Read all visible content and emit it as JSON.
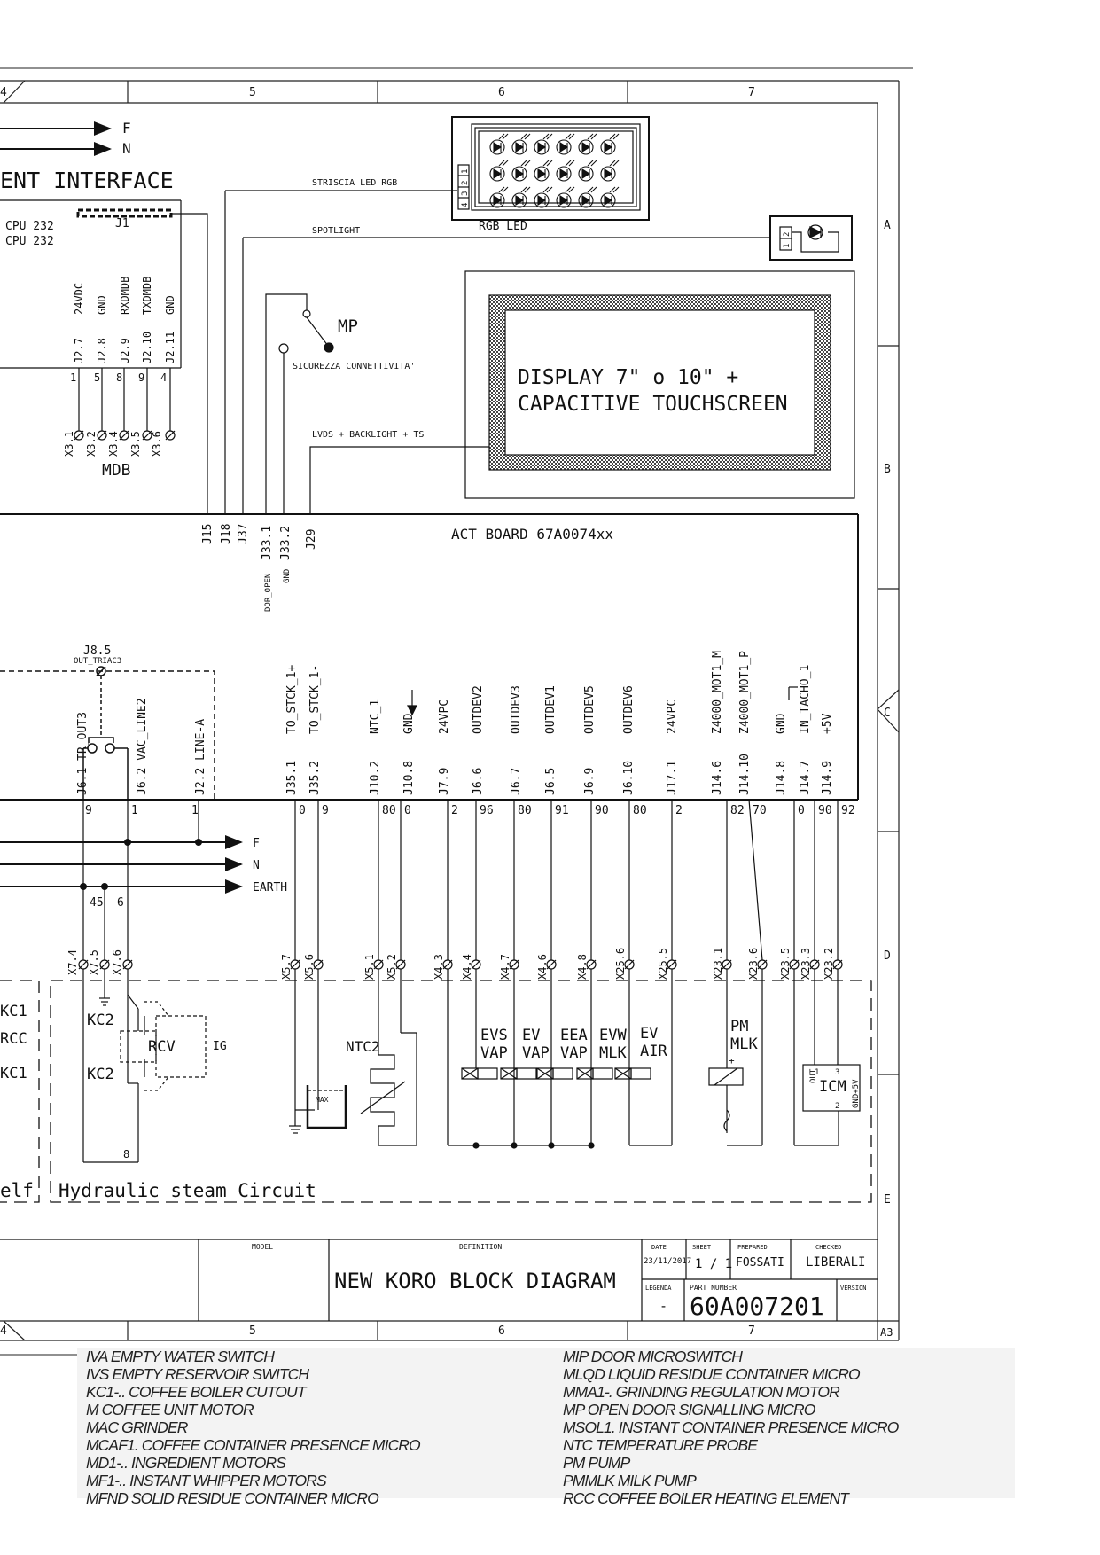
{
  "frame": {
    "columns": [
      "4",
      "5",
      "6",
      "7"
    ],
    "rows": [
      "A",
      "B",
      "C",
      "D",
      "E"
    ],
    "sheet_size": "A3"
  },
  "top": {
    "power_f": "F",
    "power_n": "N",
    "interface_title": "ENT INTERFACE",
    "cpu_lines": [
      "CPU 232",
      "CPU 232"
    ],
    "j1": "J1",
    "interface_pins": [
      {
        "signal": "24VDC",
        "pin": "J2.7",
        "wire": "1",
        "term": "X3.1"
      },
      {
        "signal": "GND",
        "pin": "J2.8",
        "wire": "5",
        "term": "X3.2"
      },
      {
        "signal": "RXDMDB",
        "pin": "J2.9",
        "wire": "8",
        "term": "X3.4"
      },
      {
        "signal": "TXDMDB",
        "pin": "J2.10",
        "wire": "9",
        "term": "X3.5"
      },
      {
        "signal": "GND",
        "pin": "J2.11",
        "wire": "4",
        "term": "X3.6"
      }
    ],
    "mdb": "MDB",
    "led_strip_label": "STRISCIA LED RGB",
    "rgb_led_label": "RGB LED",
    "rgb_connector_pins": [
      "4",
      "3",
      "2",
      "1"
    ],
    "spotlight_label": "SPOTLIGHT",
    "spotlight_pins": [
      "1",
      "2"
    ],
    "mp_label": "MP",
    "safety_label": "SICUREZZA CONNETTIVITA'",
    "lvds_label": "LVDS + BACKLIGHT + TS",
    "display_line1": "DISPLAY 7\" o 10\" +",
    "display_line2": "CAPACITIVE TOUCHSCREEN",
    "board_connectors": [
      "J15",
      "J18",
      "J37",
      "J33.1",
      "J33.2",
      "J29"
    ],
    "door_open": "DOR_OPEN",
    "gnd_small": "GND",
    "act_board": "ACT BOARD 67A0074xx"
  },
  "mid": {
    "j85": "J8.5",
    "out_triac": "OUT_TRIAC3",
    "left_pins": [
      {
        "pin": "J6.1",
        "signal": "TR_OUT3",
        "wire": "9"
      },
      {
        "pin": "J6.2",
        "signal": "VAC_LINE2",
        "wire": "1"
      },
      {
        "pin": "J2.2",
        "signal": "LINE-A",
        "wire": "1"
      }
    ],
    "pins": [
      {
        "pin": "J35.1",
        "signal": "TO_STCK_1+",
        "wire": "0"
      },
      {
        "pin": "J35.2",
        "signal": "TO_STCK_1-",
        "wire": "9"
      },
      {
        "pin": "J10.2",
        "signal": "NTC_1",
        "wire": "80"
      },
      {
        "pin": "J10.8",
        "signal": "GND",
        "wire": "0"
      },
      {
        "pin": "J7.9",
        "signal": "24VPC",
        "wire": "2"
      },
      {
        "pin": "J6.6",
        "signal": "OUTDEV2",
        "wire": "96"
      },
      {
        "pin": "J6.7",
        "signal": "OUTDEV3",
        "wire": "80"
      },
      {
        "pin": "J6.5",
        "signal": "OUTDEV1",
        "wire": "91"
      },
      {
        "pin": "J6.9",
        "signal": "OUTDEV5",
        "wire": "90"
      },
      {
        "pin": "J6.10",
        "signal": "OUTDEV6",
        "wire": "80"
      },
      {
        "pin": "J17.1",
        "signal": "24VPC",
        "wire": "2"
      },
      {
        "pin": "J14.6",
        "signal": "Z4000_MOT1_M",
        "wire": "82"
      },
      {
        "pin": "J14.10",
        "signal": "Z4000_MOT1_P",
        "wire": "70"
      },
      {
        "pin": "J14.8",
        "signal": "GND",
        "wire": "0"
      },
      {
        "pin": "J14.7",
        "signal": "IN_TACHO_1",
        "wire": "90"
      },
      {
        "pin": "J14.9",
        "signal": "+5V",
        "wire": "92"
      }
    ],
    "bus": [
      "F",
      "N",
      "EARTH"
    ],
    "wire45": "45",
    "wire6": "6",
    "terminals_left": [
      "X7.4",
      "X7.5",
      "X7.6"
    ],
    "terminals": [
      "X5.7",
      "X5.6",
      "X5.1",
      "X5.2",
      "X4.3",
      "X4.4",
      "X4.7",
      "X4.6",
      "X4.8",
      "X25.6",
      "X25.5",
      "X23.1",
      "X23.6",
      "X23.5",
      "X23.3",
      "X23.2"
    ]
  },
  "bottom": {
    "kc1a": "KC1",
    "rcc": "RCC",
    "kc1b": "KC1",
    "kc2a": "KC2",
    "kc2b": "KC2",
    "rcv": "RCV",
    "ig": "IG",
    "wire8": "8",
    "ntc2": "NTC2",
    "max": "MAX",
    "valves": [
      {
        "l1": "EVS",
        "l2": "VAP"
      },
      {
        "l1": "EV",
        "l2": "VAP"
      },
      {
        "l1": "EEA",
        "l2": "VAP"
      },
      {
        "l1": "EVW",
        "l2": "MLK"
      },
      {
        "l1": "EV",
        "l2": "AIR"
      }
    ],
    "pm1": "PM",
    "pm2": "MLK",
    "plus": "+",
    "icm": "ICM",
    "icm_pins": {
      "out": "OUT",
      "p1": "1",
      "p3": "3",
      "p2": "2",
      "gnd": "GND+5V"
    },
    "self_label": "elf",
    "hydraulic": "Hydraulic steam Circuit"
  },
  "title_block": {
    "model_h": "MODEL",
    "definition_h": "DEFINITION",
    "title": "NEW KORO BLOCK DIAGRAM",
    "date_h": "DATE",
    "date": "23/11/2017",
    "sheet_h": "SHEET",
    "sheet": "1 / 1",
    "prepared_h": "PREPARED",
    "prepared": "FOSSATI",
    "checked_h": "CHECKED",
    "checked": "LIBERALI",
    "legenda_h": "LEGENDA",
    "legenda": "-",
    "part_h": "PART NUMBER",
    "part": "60A007201",
    "version_h": "VERSION"
  },
  "legend": {
    "left": [
      "IVA EMPTY WATER SWITCH",
      "IVS EMPTY RESERVOIR SWITCH",
      "KC1-.. COFFEE BOILER CUTOUT",
      "M COFFEE UNIT MOTOR",
      "MAC GRINDER",
      "MCAF1. COFFEE CONTAINER PRESENCE MICRO",
      "MD1-.. INGREDIENT MOTORS",
      "MF1-.. INSTANT WHIPPER MOTORS",
      "MFND SOLID RESIDUE CONTAINER MICRO"
    ],
    "right": [
      "MIP DOOR MICROSWITCH",
      "MLQD LIQUID RESIDUE CONTAINER MICRO",
      "MMA1-. GRINDING REGULATION MOTOR",
      "MP OPEN DOOR SIGNALLING MICRO",
      "MSOL1. INSTANT CONTAINER PRESENCE MICRO",
      "NTC TEMPERATURE PROBE",
      "PM PUMP",
      "PMMLK MILK PUMP",
      "RCC COFFEE BOILER HEATING ELEMENT"
    ]
  }
}
